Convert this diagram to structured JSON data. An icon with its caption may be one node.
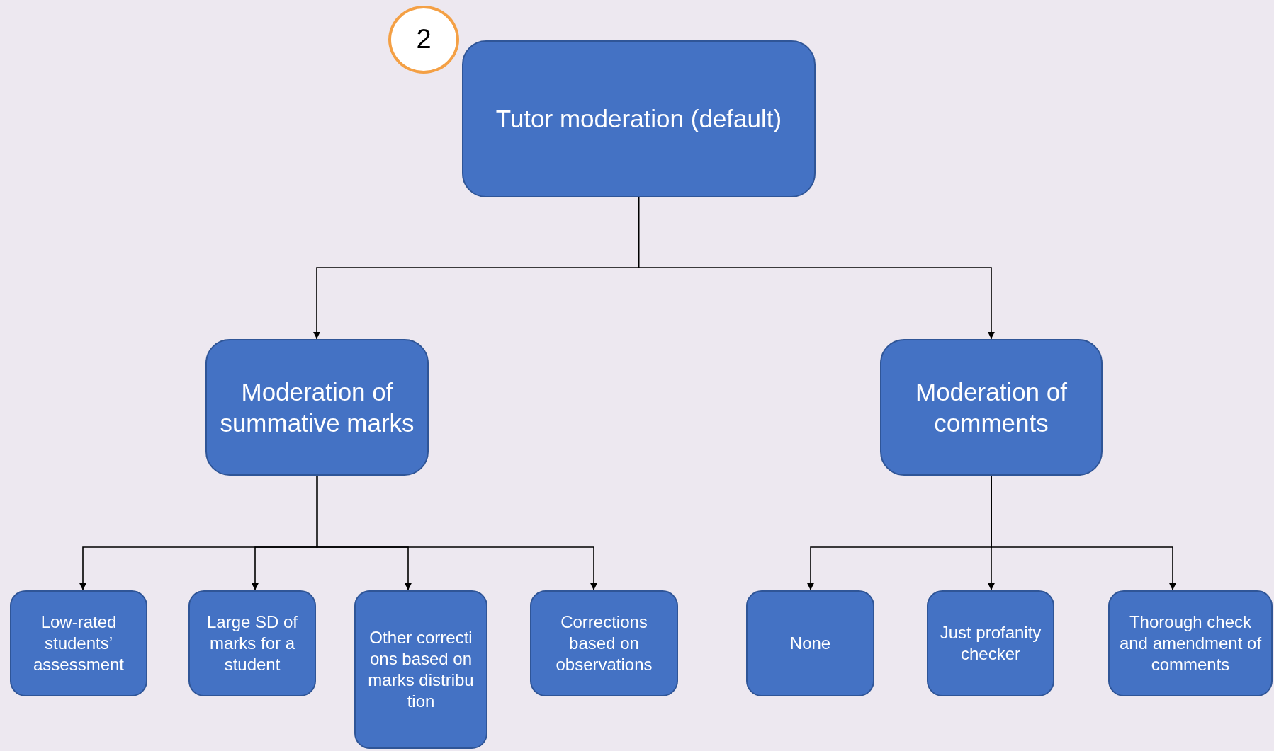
{
  "diagram": {
    "nodes": [
      {
        "text": [
          "2"
        ]
      },
      {
        "text": [
          "Tutor moderation (default)"
        ]
      },
      {
        "text": [
          "Moderation of summative marks"
        ]
      },
      {
        "text": [
          "Moderation of comments"
        ]
      },
      {
        "text": [
          "Low-rated students’ assessment"
        ]
      },
      {
        "text": [
          "Large SD of marks for a student"
        ]
      },
      {
        "text": [
          "Other corrections based on marks distribution"
        ]
      },
      {
        "text": [
          "Corrections based on observations"
        ]
      },
      {
        "text": [
          "None"
        ]
      },
      {
        "text": [
          "Just profanity checker"
        ]
      },
      {
        "text": [
          "Thorough check and amendment of comments"
        ]
      }
    ],
    "edges": [
      {
        "from": 1,
        "to": 2,
        "arrow": "to"
      },
      {
        "from": 1,
        "to": 3,
        "arrow": "to"
      },
      {
        "from": 2,
        "to": 4,
        "arrow": "to"
      },
      {
        "from": 2,
        "to": 5,
        "arrow": "to"
      },
      {
        "from": 2,
        "to": 6,
        "arrow": "to"
      },
      {
        "from": 2,
        "to": 7,
        "arrow": "to"
      },
      {
        "from": 3,
        "to": 8,
        "arrow": "to"
      },
      {
        "from": 3,
        "to": 9,
        "arrow": "to"
      },
      {
        "from": 3,
        "to": 10,
        "arrow": "to"
      }
    ]
  }
}
